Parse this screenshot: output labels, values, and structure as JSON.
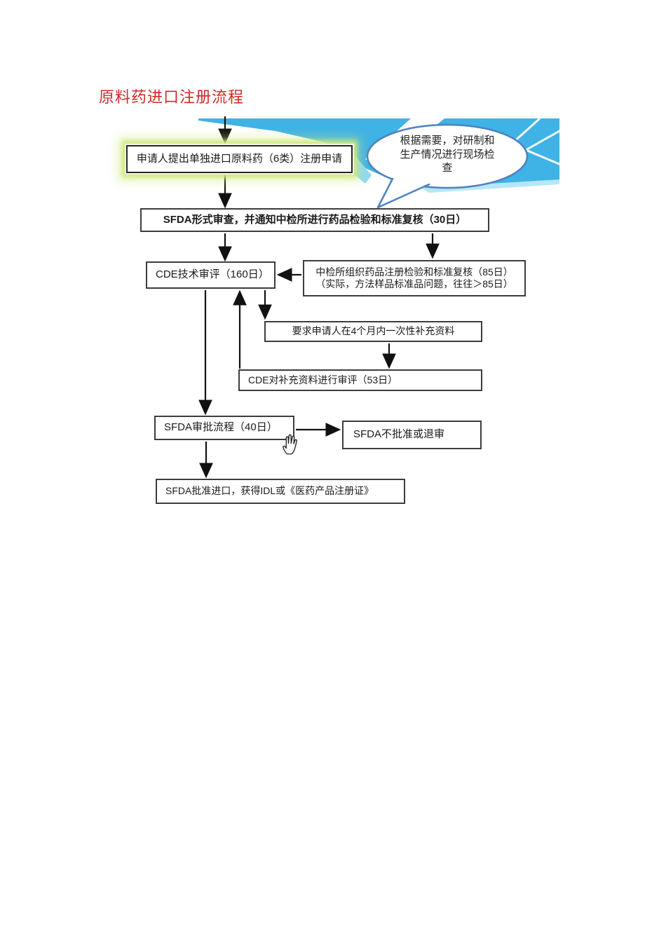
{
  "page": {
    "title": "原料药进口注册流程"
  },
  "colors": {
    "title_red": "#cf2b24",
    "swoosh_blue": "#3fb2e6",
    "swoosh_light_teal": "#8ed9f2",
    "bubble_border_blue": "#4f81bd",
    "glow_green": "#cfe97c",
    "box_border": "#3d3d3d"
  },
  "icons": {
    "hand_cursor_icon": "open-hand-pointer"
  },
  "flowchart": {
    "bubble": {
      "line1": "根据需要，对研制和",
      "line2": "生产情况进行现场检",
      "line3": "查"
    },
    "nodes": {
      "apply": {
        "label": "申请人提出单独进口原料药（6类）注册申请"
      },
      "sfda_review": {
        "label": "SFDA形式审查，并通知中检所进行药品检验和标准复核（30日）"
      },
      "cde_review": {
        "label": "CDE技术审评（160日）"
      },
      "niccpbp": {
        "line1": "中检所组织药品注册检验和标准复核（85日）",
        "line2": "（实际，方法样品标准品问题，往往＞85日）"
      },
      "supplement_request": {
        "label": "要求申请人在4个月内一次性补充资料"
      },
      "cde_supplement": {
        "label": "CDE对补充资料进行审评（53日）"
      },
      "sfda_approval": {
        "label": "SFDA审批流程（40日）"
      },
      "sfda_reject": {
        "label": "SFDA不批准或退审"
      },
      "sfda_approve": {
        "label": "SFDA批准进口，获得IDL或《医药产品注册证》"
      }
    }
  }
}
